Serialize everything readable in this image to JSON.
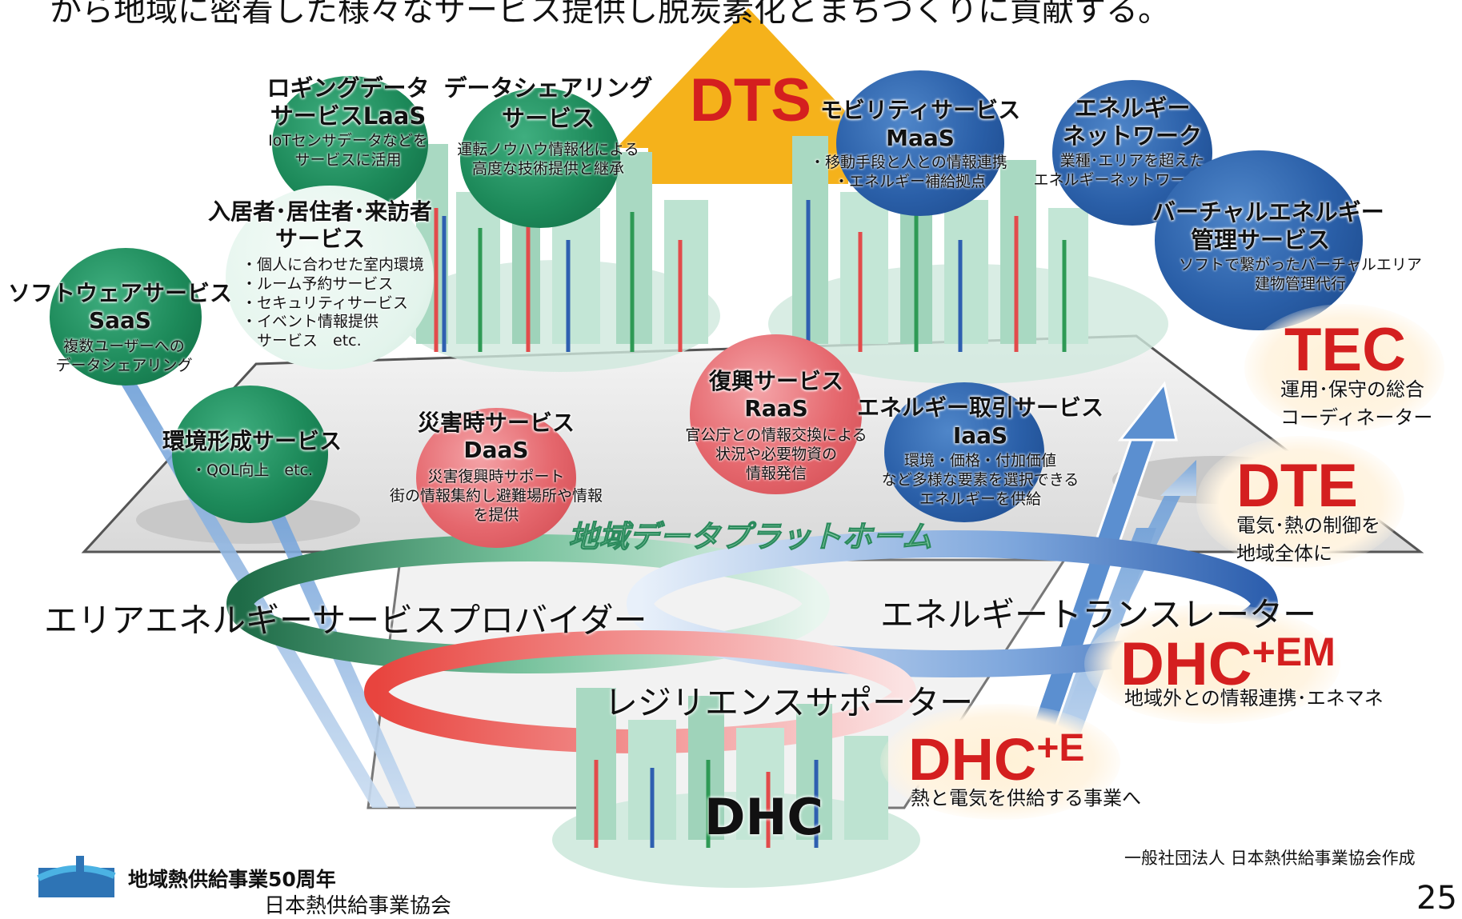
{
  "top_caption": "から地域に密着した様々なサービス提供し脱炭素化とまちづくりに貢献する。",
  "dts_label": "DTS",
  "platform_label": "地域データプラットホーム",
  "dhc_label": "DHC",
  "services": {
    "logging": {
      "title": [
        "ロギングデータ",
        "サービスLaaS"
      ],
      "desc": [
        "IoTセンサデータなどを",
        "サービスに活用"
      ]
    },
    "datashare": {
      "title": [
        "データシェアリング",
        "サービス"
      ],
      "desc": [
        "運転ノウハウ情報化による",
        "高度な技術提供と継承"
      ]
    },
    "resident": {
      "title": [
        "入居者･居住者･来訪者",
        "サービス"
      ],
      "desc": [
        "・個人に合わせた室内環境",
        "・ルーム予約サービス",
        "・セキュリティサービス",
        "・イベント情報提供",
        "　サービス　etc."
      ]
    },
    "software": {
      "title": [
        "ソフトウェアサービス",
        "SaaS"
      ],
      "desc": [
        "複数ユーザーへの",
        "データシェアリング"
      ]
    },
    "environment": {
      "title": [
        "環境形成サービス"
      ],
      "desc": [
        "・QOL向上　etc."
      ]
    },
    "disaster": {
      "title": [
        "災害時サービス",
        "DaaS"
      ],
      "desc": [
        "災害復興時サポート",
        "街の情報集約し避難場所や情報",
        "を提供"
      ]
    },
    "recovery": {
      "title": [
        "復興サービス",
        "RaaS"
      ],
      "desc": [
        "官公庁との情報交換による",
        "状況や必要物資の",
        "情報発信"
      ]
    },
    "mobility": {
      "title": [
        "モビリティサービス",
        "MaaS"
      ],
      "desc": [
        "・移動手段と人との情報連携",
        "・エネルギー補給拠点"
      ]
    },
    "network": {
      "title": [
        "エネルギー",
        "ネットワーク"
      ],
      "desc": [
        "業種･エリアを超えた",
        "エネルギーネットワーク形成"
      ]
    },
    "virtual": {
      "title": [
        "バーチャルエネルギー",
        "管理サービス"
      ],
      "desc": [
        "ソフトで繋がったバーチャルエリア",
        "建物管理代行"
      ]
    },
    "trading": {
      "title": [
        "エネルギー取引サービス",
        "IaaS"
      ],
      "desc": [
        "環境・価格・付加価値",
        "など多様な要素を選択できる",
        "エネルギーを供給"
      ]
    }
  },
  "stages": {
    "tec": {
      "label": "TEC",
      "desc": [
        "運用･保守の総合",
        "コーディネーター"
      ]
    },
    "dte": {
      "label": "DTE",
      "desc": [
        "電気･熱の制御を",
        "地域全体に"
      ]
    },
    "dhc_em": {
      "label": "DHC",
      "sup": "+EM",
      "desc": "地域外との情報連携･エネマネ"
    },
    "dhc_e": {
      "label": "DHC",
      "sup": "+E",
      "desc": "熱と電気を供給する事業へ"
    }
  },
  "rings": {
    "area": "エリアエネルギーサービスプロバイダー",
    "translator": "エネルギートランスレーター",
    "resilience": "レジリエンスサポーター"
  },
  "credit": "一般社団法人 日本熱供給事業協会作成",
  "footer_title": "地域熱供給事業50周年",
  "footer_org": "日本熱供給事業協会",
  "page_number": "25",
  "colors": {
    "dts_arrow": "#f5b21b",
    "accent_red": "#d41f1f",
    "green_circle": "#1d8a5a",
    "blue_circle": "#2a5fa8",
    "pink_circle": "#e5676d"
  }
}
